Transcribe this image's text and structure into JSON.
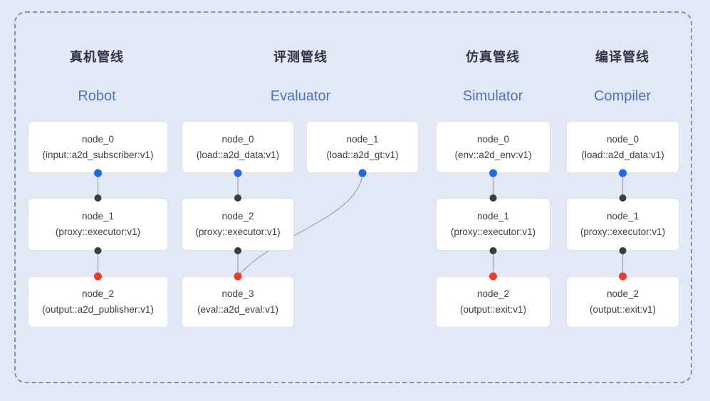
{
  "colors": {
    "background": "#e3e8f6",
    "frame_border": "#8a909c",
    "box_bg": "#ffffff",
    "box_border": "#e1e3e8",
    "title_zh": "#30353d",
    "title_en": "#4b73c8",
    "node_text": "#3c4045",
    "connector": "#9ba4b4",
    "port_blue": "#2169e1",
    "port_black": "#3b3d40",
    "port_red": "#ee3b2a"
  },
  "pipelines": [
    {
      "title_zh": "真机管线",
      "title_en": "Robot",
      "nodes": [
        {
          "name": "node_0",
          "impl": "(input::a2d_subscriber:v1)"
        },
        {
          "name": "node_1",
          "impl": "(proxy::executor:v1)"
        },
        {
          "name": "node_2",
          "impl": "(output::a2d_publisher:v1)"
        }
      ]
    },
    {
      "title_zh": "评测管线",
      "title_en": "Evaluator",
      "nodes": [
        {
          "name": "node_0",
          "impl": "(load::a2d_data:v1)"
        },
        {
          "name": "node_1",
          "impl": "(load::a2d_gt:v1)"
        },
        {
          "name": "node_2",
          "impl": "(proxy::executor:v1)"
        },
        {
          "name": "node_3",
          "impl": "(eval::a2d_eval:v1)"
        }
      ]
    },
    {
      "title_zh": "仿真管线",
      "title_en": "Simulator",
      "nodes": [
        {
          "name": "node_0",
          "impl": "(env::a2d_env:v1)"
        },
        {
          "name": "node_1",
          "impl": "(proxy::executor:v1)"
        },
        {
          "name": "node_2",
          "impl": "(output::exit:v1)"
        }
      ]
    },
    {
      "title_zh": "编译管线",
      "title_en": "Compiler",
      "nodes": [
        {
          "name": "node_0",
          "impl": "(load::a2d_data:v1)"
        },
        {
          "name": "node_1",
          "impl": "(proxy::executor:v1)"
        },
        {
          "name": "node_2",
          "impl": "(output::exit:v1)"
        }
      ]
    }
  ],
  "connections": [
    {
      "from": "robot.node_0",
      "to": "robot.node_1",
      "shape": "straight"
    },
    {
      "from": "robot.node_1",
      "to": "robot.node_2",
      "shape": "straight"
    },
    {
      "from": "evaluator.node_0",
      "to": "evaluator.node_2",
      "shape": "straight"
    },
    {
      "from": "evaluator.node_2",
      "to": "evaluator.node_3",
      "shape": "straight"
    },
    {
      "from": "evaluator.node_1",
      "to": "evaluator.node_3",
      "shape": "curve"
    },
    {
      "from": "simulator.node_0",
      "to": "simulator.node_1",
      "shape": "straight"
    },
    {
      "from": "simulator.node_1",
      "to": "simulator.node_2",
      "shape": "straight"
    },
    {
      "from": "compiler.node_0",
      "to": "compiler.node_1",
      "shape": "straight"
    },
    {
      "from": "compiler.node_1",
      "to": "compiler.node_2",
      "shape": "straight"
    }
  ]
}
